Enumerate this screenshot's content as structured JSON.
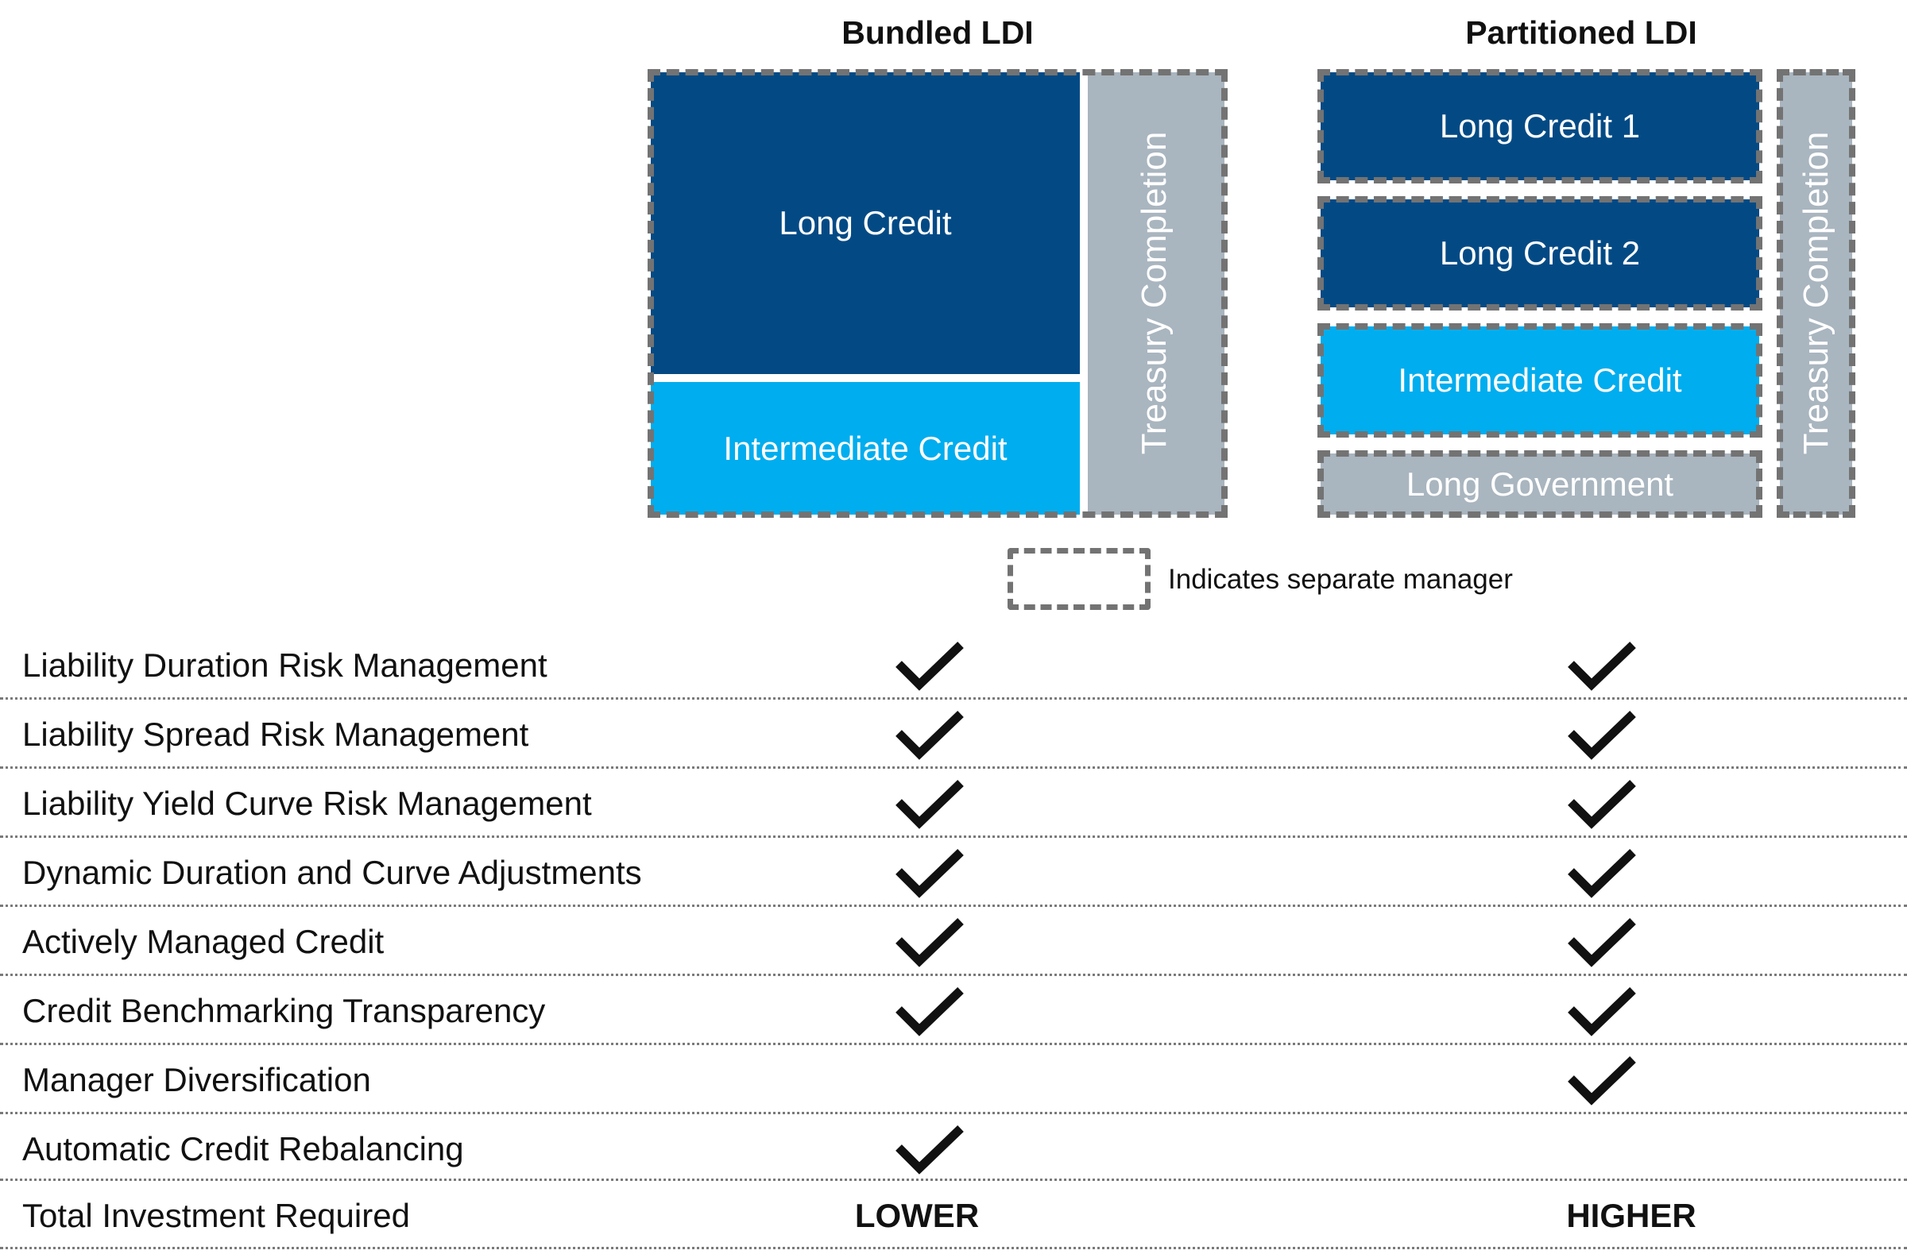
{
  "bundled": {
    "title": "Bundled LDI",
    "long_credit": "Long Credit",
    "intermediate_credit": "Intermediate Credit",
    "treasury_completion": "Treasury Completion"
  },
  "partitioned": {
    "title": "Partitioned LDI",
    "long_credit_1": "Long Credit 1",
    "long_credit_2": "Long Credit 2",
    "intermediate_credit": "Intermediate Credit",
    "long_government": "Long Government",
    "treasury_completion": "Treasury Completion"
  },
  "legend": {
    "text": "Indicates separate manager"
  },
  "rows": [
    {
      "label": "Liability Duration Risk Management",
      "bundled": true,
      "partitioned": true
    },
    {
      "label": "Liability Spread Risk Management",
      "bundled": true,
      "partitioned": true
    },
    {
      "label": "Liability Yield Curve Risk Management",
      "bundled": true,
      "partitioned": true
    },
    {
      "label": "Dynamic Duration and Curve Adjustments",
      "bundled": true,
      "partitioned": true
    },
    {
      "label": "Actively Managed Credit",
      "bundled": true,
      "partitioned": true
    },
    {
      "label": "Credit Benchmarking Transparency",
      "bundled": true,
      "partitioned": true
    },
    {
      "label": "Manager Diversification",
      "bundled": false,
      "partitioned": true
    },
    {
      "label": "Automatic Credit Rebalancing",
      "bundled": true,
      "partitioned": false
    }
  ],
  "total": {
    "label": "Total Investment Required",
    "bundled": "LOWER",
    "partitioned": "HIGHER"
  },
  "colors": {
    "dark_blue": "#034a85",
    "light_blue": "#00adee",
    "gray": "#a9b5bf",
    "dash": "#737373"
  },
  "icons": {
    "check": "checkmark-icon",
    "legend": "dashed-box-icon"
  }
}
